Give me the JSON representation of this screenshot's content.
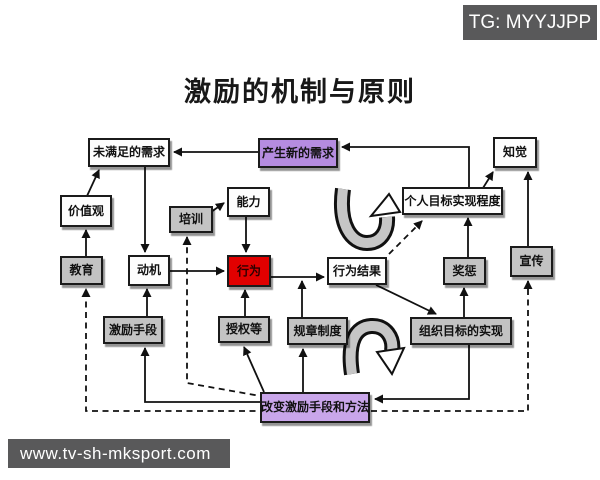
{
  "title": "激励的机制与原则",
  "watermarks": {
    "top": "TG: MYYJJPP",
    "bottom": "www.tv-sh-mksport.com"
  },
  "colors": {
    "node_gray": "#c3c3c3",
    "node_purple_top": "#b58ce0",
    "node_purple_bottom": "#c9a6ea",
    "node_red": "#e10000",
    "watermark_bg": "#59595a"
  },
  "diagram": {
    "nodes": [
      {
        "id": "unmet-needs",
        "label": "未满足的需求"
      },
      {
        "id": "new-needs",
        "label": "产生新的需求"
      },
      {
        "id": "perception",
        "label": "知觉"
      },
      {
        "id": "values",
        "label": "价值观"
      },
      {
        "id": "training",
        "label": "培训"
      },
      {
        "id": "ability",
        "label": "能力"
      },
      {
        "id": "personal-goal",
        "label": "个人目标实现程度"
      },
      {
        "id": "education",
        "label": "教育"
      },
      {
        "id": "motivation",
        "label": "动机"
      },
      {
        "id": "behavior",
        "label": "行为"
      },
      {
        "id": "behavior-result",
        "label": "行为结果"
      },
      {
        "id": "reward-punish",
        "label": "奖惩"
      },
      {
        "id": "publicity",
        "label": "宣传"
      },
      {
        "id": "incentive-means",
        "label": "激励手段"
      },
      {
        "id": "authorization",
        "label": "授权等"
      },
      {
        "id": "rules",
        "label": "规章制度"
      },
      {
        "id": "org-goal",
        "label": "组织目标的实现"
      },
      {
        "id": "change-methods",
        "label": "改变激励手段和方法"
      }
    ]
  }
}
